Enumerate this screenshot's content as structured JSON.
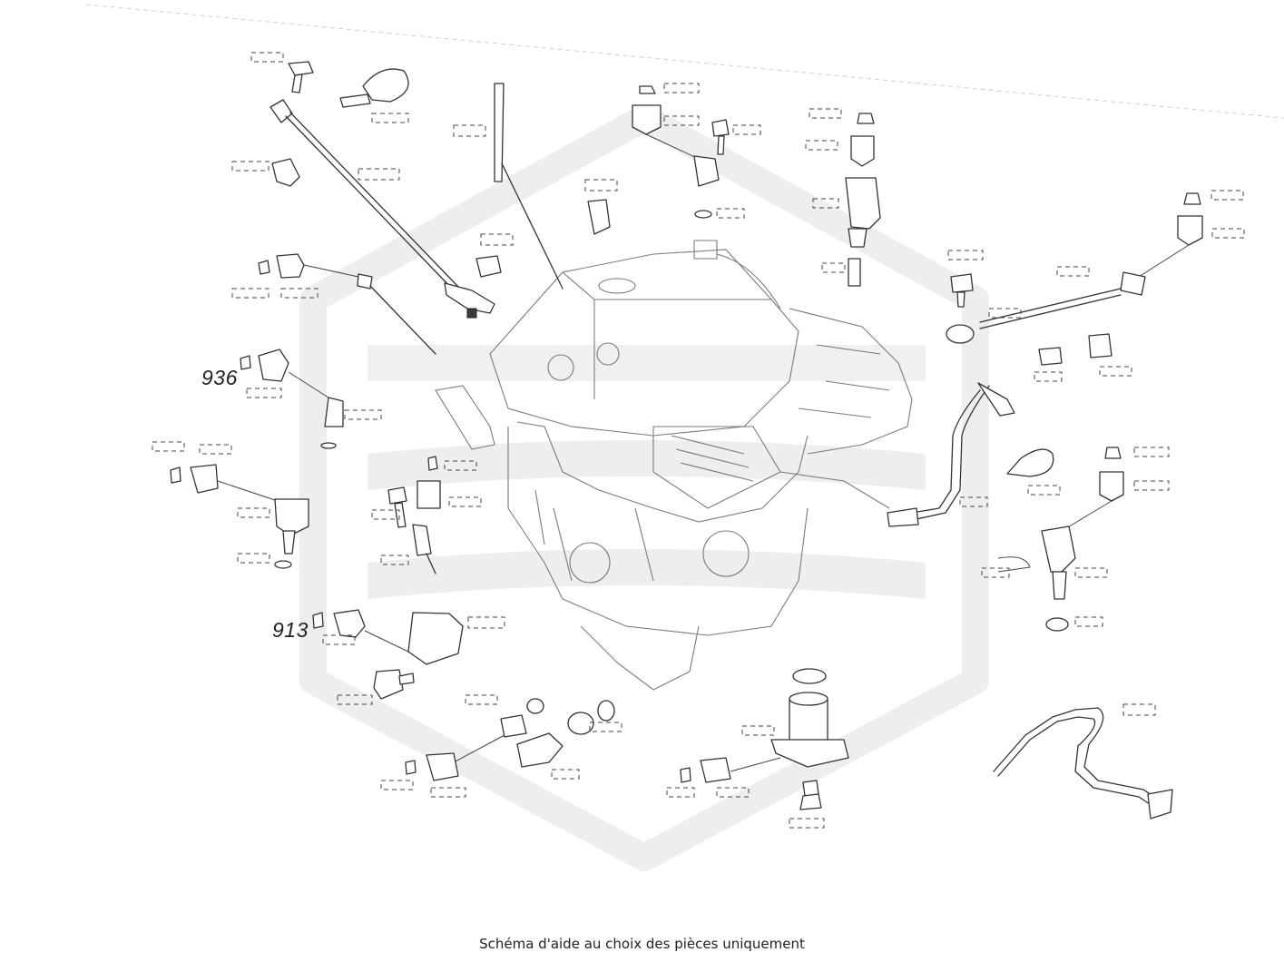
{
  "callouts": {
    "part_936": "936",
    "part_913": "913"
  },
  "caption": "Schéma d'aide au choix des pièces uniquement",
  "icons": {
    "watermark": "hexagon-logo-watermark",
    "engine": "engine-block-illustration",
    "part_identifier": "pin-and-connector-glyph"
  },
  "colors": {
    "line": "#333333",
    "engine_line": "#7a7a7a",
    "watermark": "#eeeeee",
    "background": "#ffffff"
  }
}
